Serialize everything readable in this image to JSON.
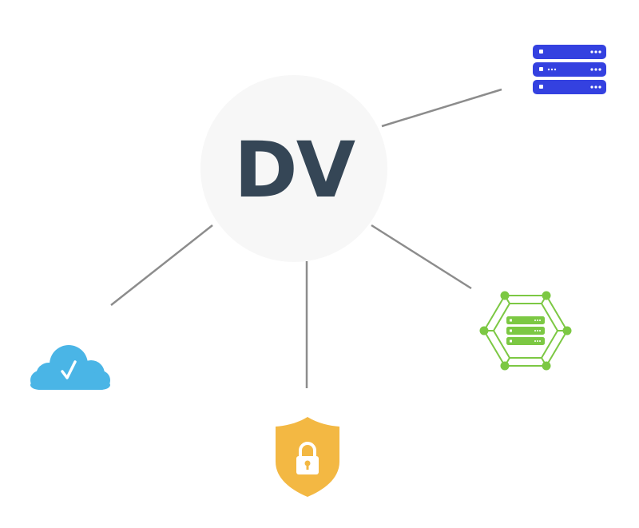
{
  "diagram": {
    "hub": {
      "label": "DV",
      "fill_color": "#f7f7f7",
      "text_color": "#354656"
    },
    "connector_color": "#8c8c8c",
    "nodes": [
      {
        "id": "server",
        "icon": "server-rack-icon",
        "color": "#3441e0"
      },
      {
        "id": "network",
        "icon": "network-server-icon",
        "color": "#7cc843"
      },
      {
        "id": "cloud",
        "icon": "cloud-check-icon",
        "color": "#4ab5e6"
      },
      {
        "id": "shield",
        "icon": "shield-lock-icon",
        "color": "#f3b843"
      }
    ]
  }
}
